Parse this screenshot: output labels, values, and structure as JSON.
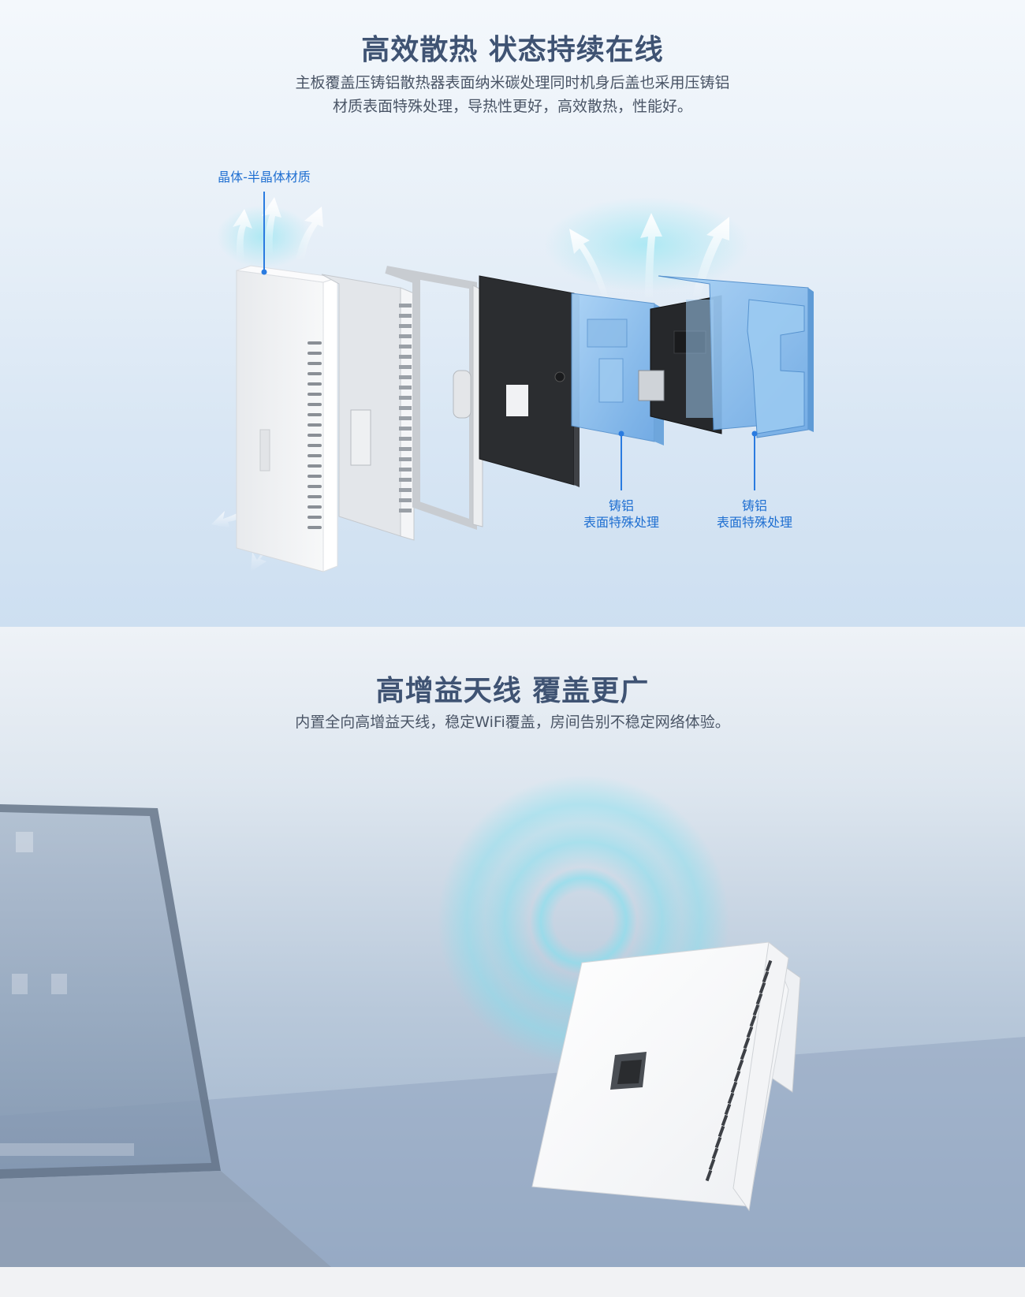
{
  "heat": {
    "title": "高效散热 状态持续在线",
    "desc_line1": "主板覆盖压铸铝散热器表面纳米碳处理同时机身后盖也采用压铸铝",
    "desc_line2": "材质表面特殊处理，导热性更好，高效散热，性能好。",
    "callouts": {
      "crystal": "晶体-半晶体材质",
      "alu1_line1": "铸铝",
      "alu1_line2": "表面特殊处理",
      "alu2_line1": "铸铝",
      "alu2_line2": "表面特殊处理"
    }
  },
  "antenna": {
    "title": "高增益天线 覆盖更广",
    "desc": "内置全向高增益天线，稳定WiFi覆盖，房间告别不稳定网络体验。"
  },
  "colors": {
    "title": "#3f5373",
    "callout": "#1f6fd1",
    "blue_part": "#8fc0ee",
    "signal": "#7fe0ef"
  }
}
